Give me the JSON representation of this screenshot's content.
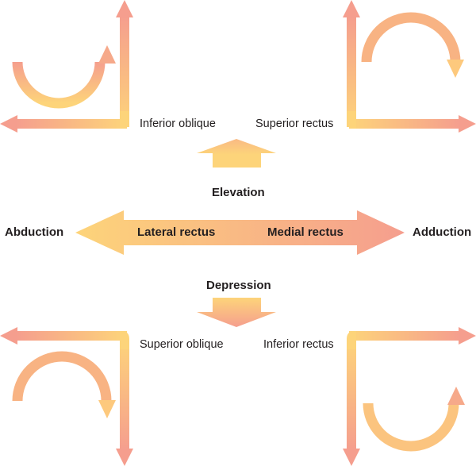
{
  "colors": {
    "yellow": "#fdd47a",
    "salmon": "#f59e8e",
    "text": "#231f20"
  },
  "center": {
    "elevation_label": "Elevation",
    "depression_label": "Depression",
    "abduction_label": "Abduction",
    "adduction_label": "Adduction",
    "lateral_rectus_label": "Lateral rectus",
    "medial_rectus_label": "Medial rectus"
  },
  "quadrants": {
    "top_left": {
      "muscle": "Inferior oblique",
      "rotation": "upward arc (extorsion)"
    },
    "top_right": {
      "muscle": "Superior rectus",
      "rotation": "downward arc (intorsion)"
    },
    "bottom_left": {
      "muscle": "Superior oblique",
      "rotation": "downward arc (intorsion)"
    },
    "bottom_right": {
      "muscle": "Inferior rectus",
      "rotation": "upward arc (extorsion)"
    }
  }
}
